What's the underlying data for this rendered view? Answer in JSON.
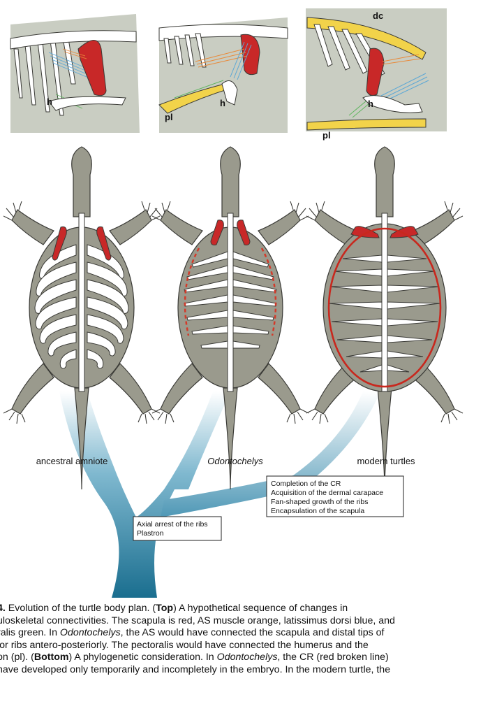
{
  "panels": {
    "top_labels": {
      "h1": "h",
      "h2": "h",
      "h3": "h",
      "pl1": "pl",
      "pl2": "pl",
      "dc": "dc"
    },
    "turtles": [
      {
        "label": "ancestral amniote"
      },
      {
        "label": "Odontochelys"
      },
      {
        "label": "modern turtles"
      }
    ]
  },
  "boxes": {
    "lower": [
      "Axial arrest of the ribs",
      "Plastron"
    ],
    "upper": [
      "Completion of the CR",
      "Acquisition of the dermal carapace",
      "Fan-shaped growth of the ribs",
      "Encapsulation of the scapula"
    ]
  },
  "caption": {
    "l1a": "4.",
    "l1b": " Evolution of the turtle body plan. (",
    "l1c": "Top",
    "l1d": ") A hypothetical sequence of changes in",
    "l2": "uloskeletal connectivities. The scapula is red, AS muscle orange, latissimus dorsi blue, and",
    "l3a": "ralis green. In ",
    "l3b": "Odontochelys",
    "l3c": ", the AS would have connected the scapula and distal tips of",
    "l4": "ior ribs antero-posteriorly. The pectoralis would have connected the humerus and the",
    "l5a": "on (pl). (",
    "l5b": "Bottom",
    "l5c": ") A phylogenetic consideration. In ",
    "l5d": "Odontochelys",
    "l5e": ", the CR (red broken line)",
    "l6a": "have developed only temporarily and incompletely in the embryo. In the modern turtle, the"
  }
}
